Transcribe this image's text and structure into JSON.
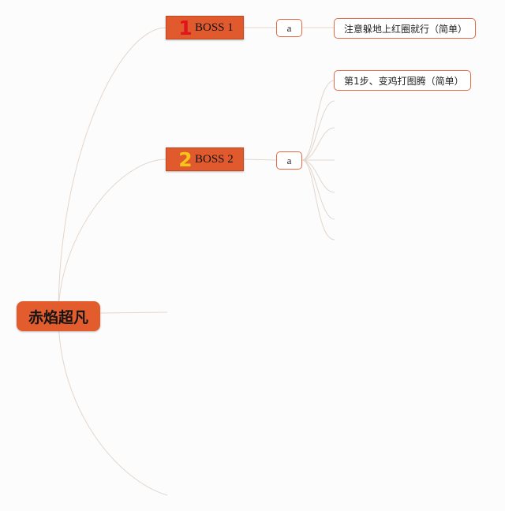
{
  "root": {
    "label": "赤焰超凡"
  },
  "bosses": [
    {
      "number": "1",
      "label": "BOSS 1",
      "sub_label": "a",
      "leaf": "注意躲地上红圈就行（简单）"
    },
    {
      "number": "2",
      "label": "BOSS 2",
      "sub_label": "a",
      "leaf": "第1步、变鸡打图腾（简单）"
    }
  ],
  "colors": {
    "node_fill": "#e15a2e",
    "node_border": "#e56a44",
    "connector": "#e2d6cc",
    "number_1": "#e0141e",
    "number_2": "#f5c518",
    "background": "#fdfcfc"
  }
}
